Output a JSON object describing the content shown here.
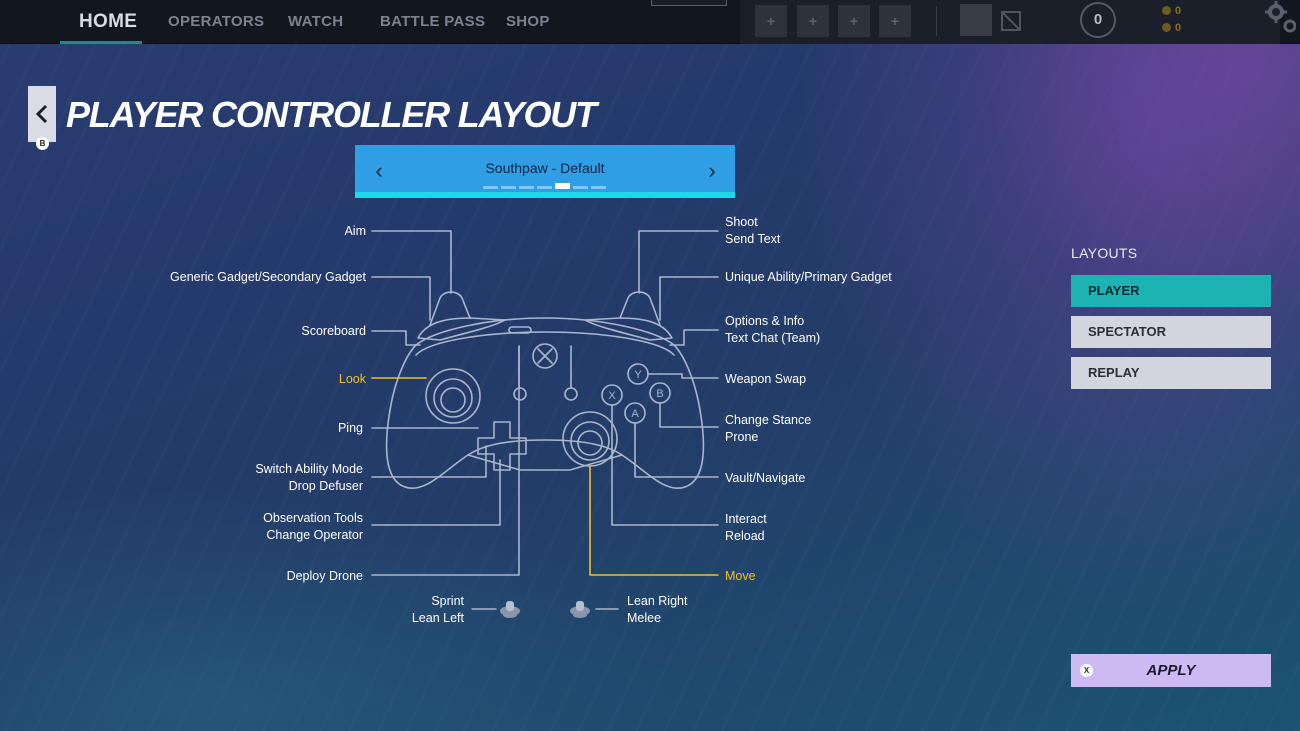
{
  "nav": {
    "tabs": [
      {
        "label": "HOME",
        "active": true
      },
      {
        "label": "OPERATORS"
      },
      {
        "label": "WATCH"
      },
      {
        "label": "BATTLE PASS"
      },
      {
        "label": "SHOP"
      }
    ],
    "slot_glyph": "+",
    "rank_value": "0",
    "currency": [
      {
        "icon": "renown-icon",
        "value": "0"
      },
      {
        "icon": "credits-icon",
        "value": "0"
      }
    ]
  },
  "header": {
    "back_key": "B",
    "title": "PLAYER CONTROLLER LAYOUT"
  },
  "preset": {
    "name": "Southpaw - Default",
    "prev_glyph": "‹",
    "next_glyph": "›",
    "page_count": 7,
    "active_page": 5
  },
  "bindings": {
    "aim": "Aim",
    "generic_gadget": "Generic Gadget/Secondary Gadget",
    "scoreboard": "Scoreboard",
    "look": "Look",
    "ping": "Ping",
    "switch_ability_1": "Switch Ability Mode",
    "switch_ability_2": "Drop Defuser",
    "observation_1": "Observation Tools",
    "observation_2": "Change Operator",
    "deploy_drone": "Deploy Drone",
    "shoot_1": "Shoot",
    "shoot_2": "Send Text",
    "unique_ability": "Unique Ability/Primary Gadget",
    "options_1": "Options & Info",
    "options_2": "Text Chat (Team)",
    "weapon_swap": "Weapon Swap",
    "stance_1": "Change Stance",
    "stance_2": "Prone",
    "vault": "Vault/Navigate",
    "interact_1": "Interact",
    "interact_2": "Reload",
    "move": "Move",
    "sprint_1": "Sprint",
    "sprint_2": "Lean Left",
    "lean_right_1": "Lean Right",
    "lean_right_2": "Melee"
  },
  "controller": {
    "face_buttons": {
      "y": "Y",
      "x": "X",
      "b": "B",
      "a": "A"
    },
    "highlight_color": "#f2bf2a",
    "line_color": "#aab6cc"
  },
  "layouts": {
    "heading": "LAYOUTS",
    "items": [
      {
        "label": "PLAYER",
        "active": true
      },
      {
        "label": "SPECTATOR"
      },
      {
        "label": "REPLAY"
      }
    ]
  },
  "apply": {
    "key": "X",
    "label": "APPLY"
  },
  "colors": {
    "accent_teal": "#1db3b3",
    "preset_blue": "#2f9ee4",
    "apply_purple": "#cdbaf2"
  }
}
